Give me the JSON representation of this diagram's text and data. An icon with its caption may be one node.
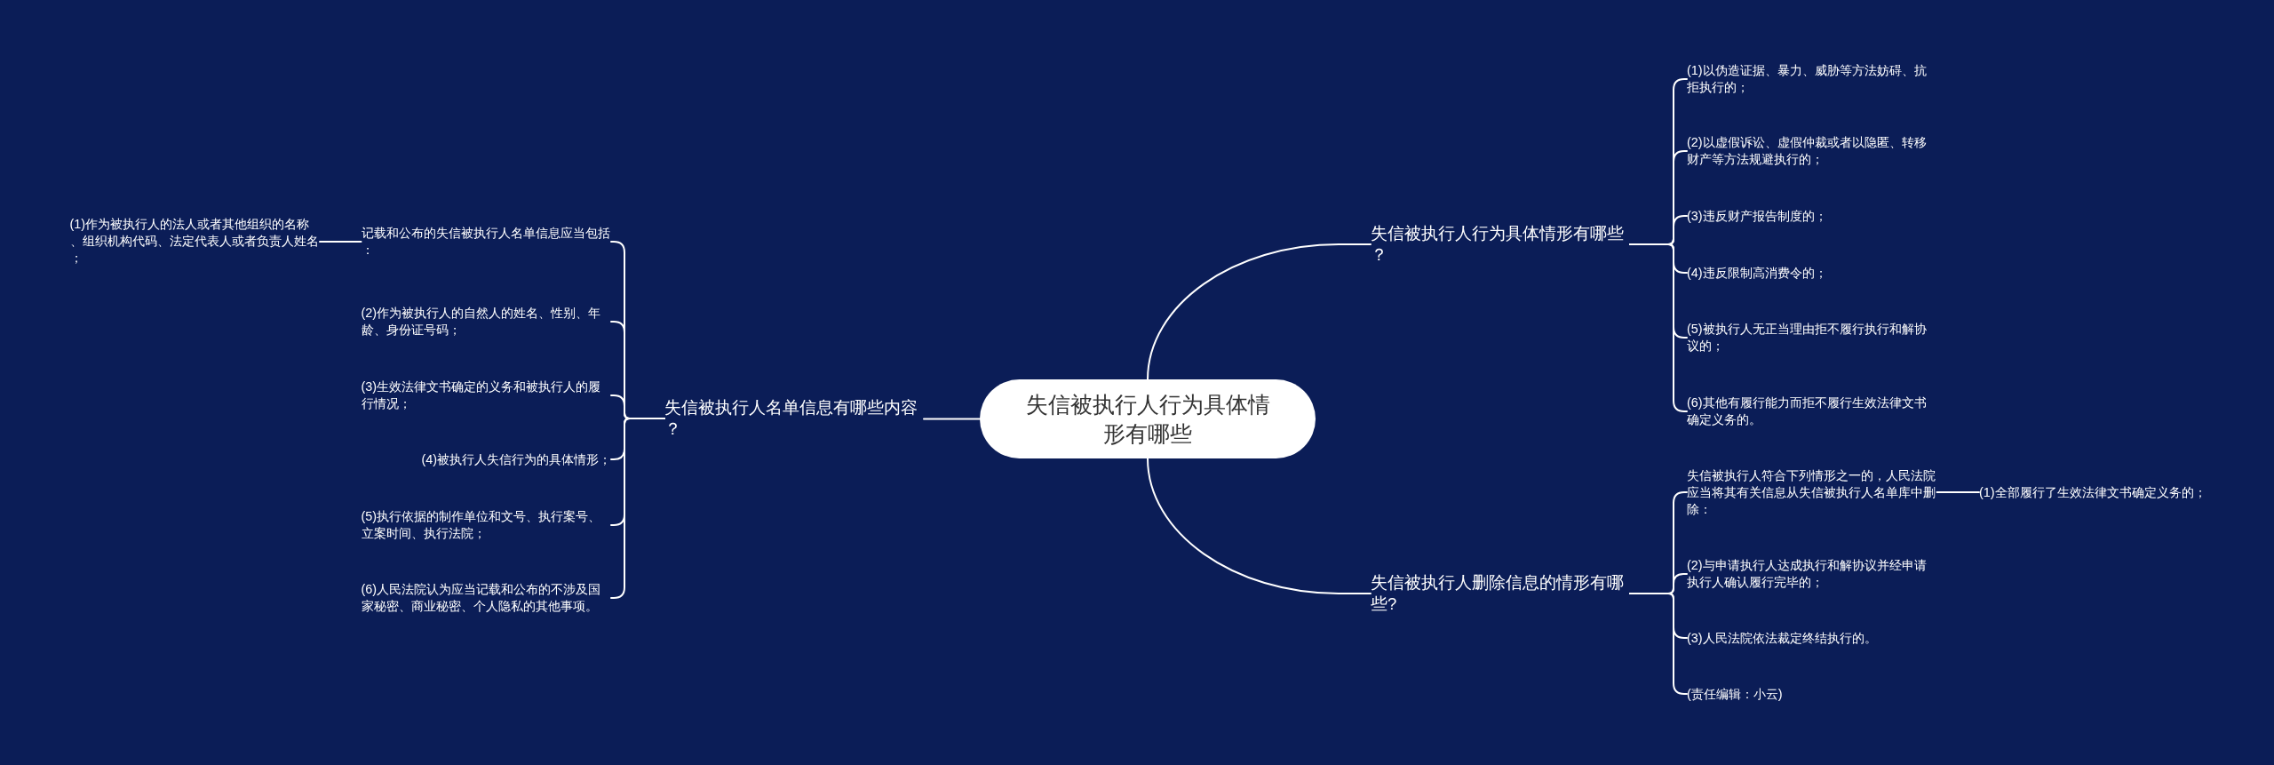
{
  "diagram": {
    "nodes": [
      {
        "text": [
          "失信被执行人行为具体情形有哪些"
        ]
      },
      {
        "text": [
          "失信被执行人名单信息有哪些内容？"
        ]
      },
      {
        "text": [
          "记载和公布的失信被执行人名单信息应当包括："
        ]
      },
      {
        "text": [
          "(1)作为被执行人的法人或者其他组织的名称、组织机构代码、法定代表人或者负责人姓名；"
        ]
      },
      {
        "text": [
          "(2)作为被执行人的自然人的姓名、性别、年龄、身份证号码；"
        ]
      },
      {
        "text": [
          "(3)生效法律文书确定的义务和被执行人的履行情况；"
        ]
      },
      {
        "text": [
          "(4)被执行人失信行为的具体情形；"
        ]
      },
      {
        "text": [
          "(5)执行依据的制作单位和文号、执行案号、立案时间、执行法院；"
        ]
      },
      {
        "text": [
          "(6)人民法院认为应当记载和公布的不涉及国家秘密、商业秘密、个人隐私的其他事项。"
        ]
      },
      {
        "text": [
          "失信被执行人行为具体情形有哪些？"
        ]
      },
      {
        "text": [
          "(1)以伪造证据、暴力、威胁等方法妨碍、抗拒执行的；"
        ]
      },
      {
        "text": [
          "(2)以虚假诉讼、虚假仲裁或者以隐匿、转移财产等方法规避执行的；"
        ]
      },
      {
        "text": [
          "(3)违反财产报告制度的；"
        ]
      },
      {
        "text": [
          "(4)违反限制高消费令的；"
        ]
      },
      {
        "text": [
          "(5)被执行人无正当理由拒不履行执行和解协议的；"
        ]
      },
      {
        "text": [
          "(6)其他有履行能力而拒不履行生效法律文书确定义务的。"
        ]
      },
      {
        "text": [
          "失信被执行人删除信息的情形有哪些?"
        ]
      },
      {
        "text": [
          "失信被执行人符合下列情形之一的，人民法院应当将其有关信息从失信被执行人名单库中删除："
        ]
      },
      {
        "text": [
          "(1)全部履行了生效法律文书确定义务的；"
        ]
      },
      {
        "text": [
          "(2)与申请执行人达成执行和解协议并经申请执行人确认履行完毕的；"
        ]
      },
      {
        "text": [
          "(3)人民法院依法裁定终结执行的。"
        ]
      },
      {
        "text": [
          "(责任编辑：小云)"
        ]
      }
    ],
    "edges": [
      {
        "from": 0,
        "to": 1,
        "arrow": "none"
      },
      {
        "from": 0,
        "to": 9,
        "arrow": "none"
      },
      {
        "from": 0,
        "to": 16,
        "arrow": "none"
      },
      {
        "from": 1,
        "to": 2,
        "arrow": "none"
      },
      {
        "from": 1,
        "to": 4,
        "arrow": "none"
      },
      {
        "from": 1,
        "to": 5,
        "arrow": "none"
      },
      {
        "from": 1,
        "to": 6,
        "arrow": "none"
      },
      {
        "from": 1,
        "to": 7,
        "arrow": "none"
      },
      {
        "from": 1,
        "to": 8,
        "arrow": "none"
      },
      {
        "from": 2,
        "to": 3,
        "arrow": "none"
      },
      {
        "from": 9,
        "to": 10,
        "arrow": "none"
      },
      {
        "from": 9,
        "to": 11,
        "arrow": "none"
      },
      {
        "from": 9,
        "to": 12,
        "arrow": "none"
      },
      {
        "from": 9,
        "to": 13,
        "arrow": "none"
      },
      {
        "from": 9,
        "to": 14,
        "arrow": "none"
      },
      {
        "from": 9,
        "to": 15,
        "arrow": "none"
      },
      {
        "from": 16,
        "to": 17,
        "arrow": "none"
      },
      {
        "from": 16,
        "to": 19,
        "arrow": "none"
      },
      {
        "from": 16,
        "to": 20,
        "arrow": "none"
      },
      {
        "from": 16,
        "to": 21,
        "arrow": "none"
      },
      {
        "from": 17,
        "to": 18,
        "arrow": "none"
      }
    ]
  }
}
